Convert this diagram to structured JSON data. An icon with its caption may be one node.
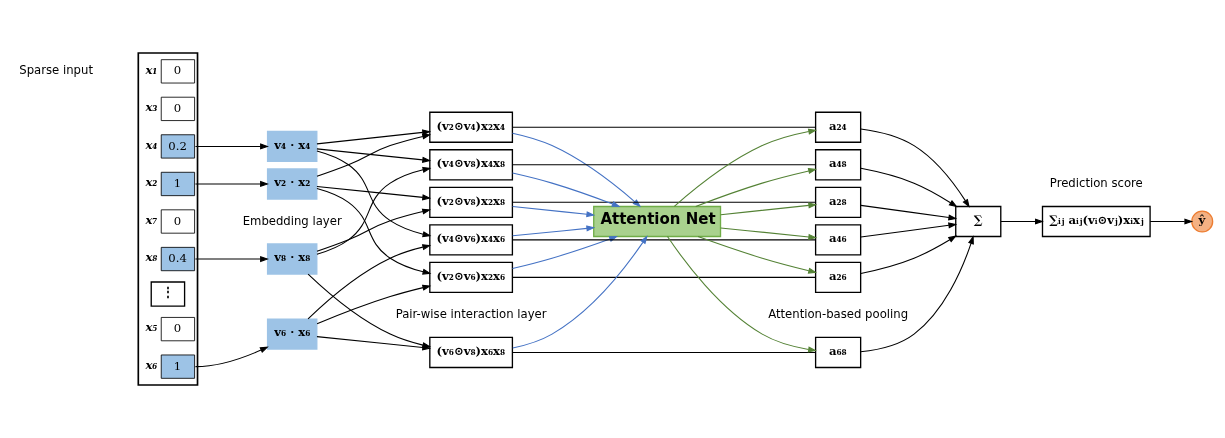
{
  "diagram": {
    "nodes": [
      {
        "text": [],
        "shape": "box"
      },
      {
        "text": [
          "0"
        ],
        "in": 0,
        "beside": [
          "x₁"
        ]
      },
      {
        "text": [
          "1"
        ],
        "in": 0,
        "beside": [
          "x₂"
        ]
      },
      {
        "text": [
          "0"
        ],
        "in": 0,
        "beside": [
          "x₃"
        ]
      },
      {
        "text": [
          "0.2"
        ],
        "in": 0,
        "beside": [
          "x₄"
        ]
      },
      {
        "text": [
          "0"
        ],
        "in": 0,
        "beside": [
          "x₅"
        ]
      },
      {
        "text": [
          "1"
        ],
        "in": 0,
        "beside": [
          "x₆"
        ]
      },
      {
        "text": [
          "0"
        ],
        "in": 0,
        "beside": [
          "x₇"
        ]
      },
      {
        "text": [
          "0.4"
        ],
        "in": 0,
        "beside": [
          "x₈"
        ]
      },
      {
        "text": [
          "⋮"
        ],
        "in": 0
      },
      {
        "text": [
          "v₂ · x₂"
        ]
      },
      {
        "text": [
          "v₄ · x₄"
        ]
      },
      {
        "text": [
          "v₆ · x₆"
        ]
      },
      {
        "text": [
          "v₈ · x₈"
        ]
      },
      {
        "text": [
          "(v₂⊙v₄)x₂x₄"
        ]
      },
      {
        "text": [
          "(v₂⊙v₆)x₂x₆"
        ]
      },
      {
        "text": [
          "(v₄⊙v₆)x₄x₆"
        ]
      },
      {
        "text": [
          "(v₂⊙v₈)x₂x₈"
        ]
      },
      {
        "text": [
          "(v₄⊙v₈)x₄x₈"
        ]
      },
      {
        "text": [
          "(v₆⊙v₈)x₆x₈"
        ]
      },
      {
        "text": [
          "Attention Net"
        ]
      },
      {
        "text": [
          "a₂₄"
        ]
      },
      {
        "text": [
          "a₂₆"
        ]
      },
      {
        "text": [
          "a₄₆"
        ]
      },
      {
        "text": [
          "a₂₈"
        ]
      },
      {
        "text": [
          "a₄₈"
        ]
      },
      {
        "text": [
          "a₆₈"
        ]
      },
      {
        "text": [
          "∑"
        ]
      },
      {
        "text": [
          "∑ᵢⱼ aᵢⱼ(vᵢ⊙vⱼ)xᵢxⱼ"
        ]
      },
      {
        "text": [
          "ŷ"
        ]
      }
    ],
    "edges": [
      {
        "from": 2,
        "to": 10,
        "arrow": "to"
      },
      {
        "from": 4,
        "to": 11,
        "arrow": "to"
      },
      {
        "from": 6,
        "to": 12,
        "arrow": "to"
      },
      {
        "from": 8,
        "to": 13,
        "arrow": "to"
      },
      {
        "from": 10,
        "to": 14,
        "arrow": "to"
      },
      {
        "from": 10,
        "to": 15,
        "arrow": "to"
      },
      {
        "from": 10,
        "to": 17,
        "arrow": "to"
      },
      {
        "from": 11,
        "to": 14,
        "arrow": "to"
      },
      {
        "from": 11,
        "to": 16,
        "arrow": "to"
      },
      {
        "from": 11,
        "to": 18,
        "arrow": "to"
      },
      {
        "from": 12,
        "to": 15,
        "arrow": "to"
      },
      {
        "from": 12,
        "to": 16,
        "arrow": "to"
      },
      {
        "from": 12,
        "to": 19,
        "arrow": "to"
      },
      {
        "from": 13,
        "to": 17,
        "arrow": "to"
      },
      {
        "from": 13,
        "to": 18,
        "arrow": "to"
      },
      {
        "from": 13,
        "to": 19,
        "arrow": "to"
      },
      {
        "from": 14,
        "to": 20,
        "arrow": "to",
        "color": "#4472c4"
      },
      {
        "from": 15,
        "to": 20,
        "arrow": "to",
        "color": "#4472c4"
      },
      {
        "from": 16,
        "to": 20,
        "arrow": "to",
        "color": "#4472c4"
      },
      {
        "from": 17,
        "to": 20,
        "arrow": "to",
        "color": "#4472c4"
      },
      {
        "from": 18,
        "to": 20,
        "arrow": "to",
        "color": "#4472c4"
      },
      {
        "from": 19,
        "to": 20,
        "arrow": "to",
        "color": "#4472c4"
      },
      {
        "from": 14,
        "to": 21,
        "arrow": "none"
      },
      {
        "from": 15,
        "to": 22,
        "arrow": "none"
      },
      {
        "from": 16,
        "to": 23,
        "arrow": "none"
      },
      {
        "from": 17,
        "to": 24,
        "arrow": "none"
      },
      {
        "from": 18,
        "to": 25,
        "arrow": "none"
      },
      {
        "from": 19,
        "to": 26,
        "arrow": "none"
      },
      {
        "from": 20,
        "to": 21,
        "arrow": "to",
        "color": "#548235"
      },
      {
        "from": 20,
        "to": 22,
        "arrow": "to",
        "color": "#548235"
      },
      {
        "from": 20,
        "to": 23,
        "arrow": "to",
        "color": "#548235"
      },
      {
        "from": 20,
        "to": 24,
        "arrow": "to",
        "color": "#548235"
      },
      {
        "from": 20,
        "to": 25,
        "arrow": "to",
        "color": "#548235"
      },
      {
        "from": 20,
        "to": 26,
        "arrow": "to",
        "color": "#548235"
      },
      {
        "from": 21,
        "to": 27,
        "arrow": "to"
      },
      {
        "from": 22,
        "to": 27,
        "arrow": "to"
      },
      {
        "from": 23,
        "to": 27,
        "arrow": "to"
      },
      {
        "from": 24,
        "to": 27,
        "arrow": "to"
      },
      {
        "from": 25,
        "to": 27,
        "arrow": "to"
      },
      {
        "from": 26,
        "to": 27,
        "arrow": "to"
      },
      {
        "from": 27,
        "to": 28,
        "arrow": "to"
      },
      {
        "from": 28,
        "to": 29,
        "arrow": "to"
      }
    ],
    "labels": [
      "Sparse input",
      "Embedding layer",
      "Pair-wise interaction layer",
      "Attention-based pooling",
      "Prediction score"
    ]
  }
}
